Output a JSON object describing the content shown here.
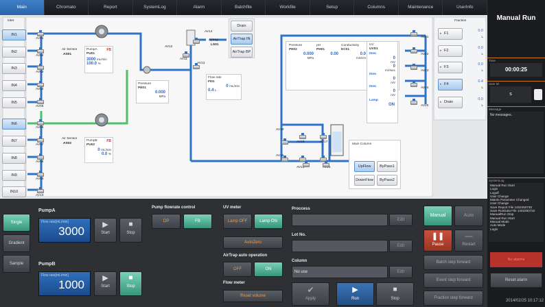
{
  "nav": {
    "tabs": [
      "Main",
      "Chromato",
      "Report",
      "SystemLog",
      "Alarm",
      "Batchfile",
      "Workfile",
      "Setup",
      "Columns",
      "Maintenance",
      "UserInfo"
    ],
    "active": 0
  },
  "diagram": {
    "inlet_title": "Inlet",
    "fraction_title": "Fraction",
    "inlets": [
      "IN1",
      "IN2",
      "IN3",
      "IN4",
      "IN5",
      "IN6",
      "IN7",
      "IN8",
      "IN9",
      "IN10"
    ],
    "inlet_valves": [
      "AV01",
      "AV02",
      "AV03",
      "AV04",
      "AV05",
      "AV06",
      "AV07",
      "AV08",
      "AV09",
      "AV10"
    ],
    "fractions": [
      {
        "label": "F1",
        "value": "0.0",
        "unit": "L"
      },
      {
        "label": "F2",
        "value": "0.0",
        "unit": "L"
      },
      {
        "label": "F3",
        "value": "0.0",
        "unit": "L"
      },
      {
        "label": "F4",
        "value": "0.4",
        "unit": "L"
      },
      {
        "label": "Drain",
        "value": "0.0",
        "unit": "L"
      }
    ],
    "fraction_valves": [
      "AV21",
      "AV22",
      "AV23",
      "AV24",
      "AV25"
    ],
    "air_sensor_a": {
      "label": "Air Sensor",
      "id": "AS01"
    },
    "air_sensor_b": {
      "label": "Air Sensor",
      "id": "AS02"
    },
    "pump_a": {
      "label": "PumpA",
      "id": "PU01",
      "mode": "FB",
      "flow": "3000",
      "flow_unit": "mL/min",
      "pct": "100.0",
      "pct_unit": "%"
    },
    "pump_b": {
      "label": "PumpB",
      "id": "PU02",
      "mode": "FB",
      "flow": "0",
      "flow_unit": "mL/min",
      "pct": "0.0",
      "pct_unit": "%"
    },
    "pressure1": {
      "label": "Pressure",
      "id": "PE01",
      "value": "0.000",
      "unit": "MPa"
    },
    "flow_rate": {
      "label": "Flow rate",
      "id": "FI01",
      "value": "0",
      "unit": "mL/min",
      "total": "0.4",
      "total_unit": "L"
    },
    "airtrap": {
      "label": "Airtrap",
      "id": "LS01"
    },
    "airtrap_buttons": [
      "Drain",
      "AirTrap IN",
      "AirTrap BP"
    ],
    "valves": [
      "AV11",
      "AV12",
      "AV13",
      "AV14",
      "AV15",
      "AV16",
      "AV17",
      "AV18",
      "AV19",
      "AV20"
    ],
    "monitor": [
      {
        "label": "Pressure",
        "id": "PE02",
        "value": "0.000",
        "unit": "MPa"
      },
      {
        "label": "pH",
        "id": "PH01",
        "value": "0.00",
        "unit": ""
      },
      {
        "label": "Conductivity",
        "id": "EC01",
        "value": "0.0",
        "unit": "mS/cm"
      }
    ],
    "uv": {
      "label": "UV",
      "id": "UVD1",
      "rows": [
        {
          "nm": "0nm",
          "value": "0",
          "unit": "mV"
        },
        {
          "nm": "",
          "value": "0",
          "unit": "mV/sec"
        },
        {
          "nm": "0nm",
          "value": "0",
          "unit": "mV"
        },
        {
          "nm": "0nm",
          "value": "0",
          "unit": "mV"
        }
      ],
      "lamp": "Lamp",
      "lamp_state": "ON"
    },
    "main_column": {
      "label": "Main Column",
      "buttons": [
        "UpFlow",
        "ByPass1",
        "DownFlow",
        "ByPass2"
      ]
    }
  },
  "bottom": {
    "modes": [
      "Single",
      "Gradient",
      "Sample"
    ],
    "pump_a": {
      "title": "PumpA",
      "flow_label": "Flow rate[mL/min]",
      "value": "3000",
      "start": "Start",
      "stop": "Stop"
    },
    "pump_b": {
      "title": "PumpB",
      "flow_label": "Flow rate[mL/min]",
      "value": "1000",
      "start": "Start",
      "stop": "Stop"
    },
    "pump_flow_control": {
      "title": "Pump flowrate control",
      "op": "OP",
      "fb": "FB"
    },
    "uv_meter": {
      "title": "UV meter",
      "lamp_off": "Lamp OFF",
      "lamp_on": "Lamp ON",
      "autozero": "AutoZero"
    },
    "airtrap_op": {
      "title": "AirTrap auto operation",
      "off": "OFF",
      "on": "ON"
    },
    "flow_meter": {
      "title": "Flow meter",
      "reset": "Reset volume"
    },
    "process": {
      "title": "Proccess",
      "edit": "Edit"
    },
    "lot": {
      "title": "Lot No.",
      "edit": "Edit"
    },
    "column": {
      "title": "Column",
      "value": "No use",
      "edit": "Edit"
    },
    "apply": "Apply",
    "run": "Run",
    "stop": "Stop",
    "manual": "Manual",
    "auto": "Auto",
    "pause": "Pause",
    "restart": "Restart",
    "batch_forward": "Batch step forward",
    "event_forward": "Event step forward",
    "fraction_forward": "Fraction step forward"
  },
  "sidebar": {
    "title": "Manual Run",
    "time_label": "Time",
    "time": "00:00:25",
    "user_label": "User ID",
    "user": "s",
    "message_label": "Message",
    "message": "No messages.",
    "syslog_label": "SystemLog",
    "syslog": [
      "Manual Run Start",
      "Login",
      "Logoff",
      "User Change",
      "Mainte Parameter Changed",
      "User Change",
      "Save Report File 1402250730",
      "Save RunData File 1402250732",
      "ManualRun Stop",
      "Manual Run Start",
      "Manual Mode",
      "Auto Mode",
      "Login"
    ],
    "alarm": "No alarms",
    "reset_alarm": "Reset alarm",
    "datetime": "2014/02/25 10:17:12"
  },
  "colors": {
    "accent": "#2f73c9",
    "active_green": "#4fb99b",
    "alarm": "#c0392b"
  }
}
